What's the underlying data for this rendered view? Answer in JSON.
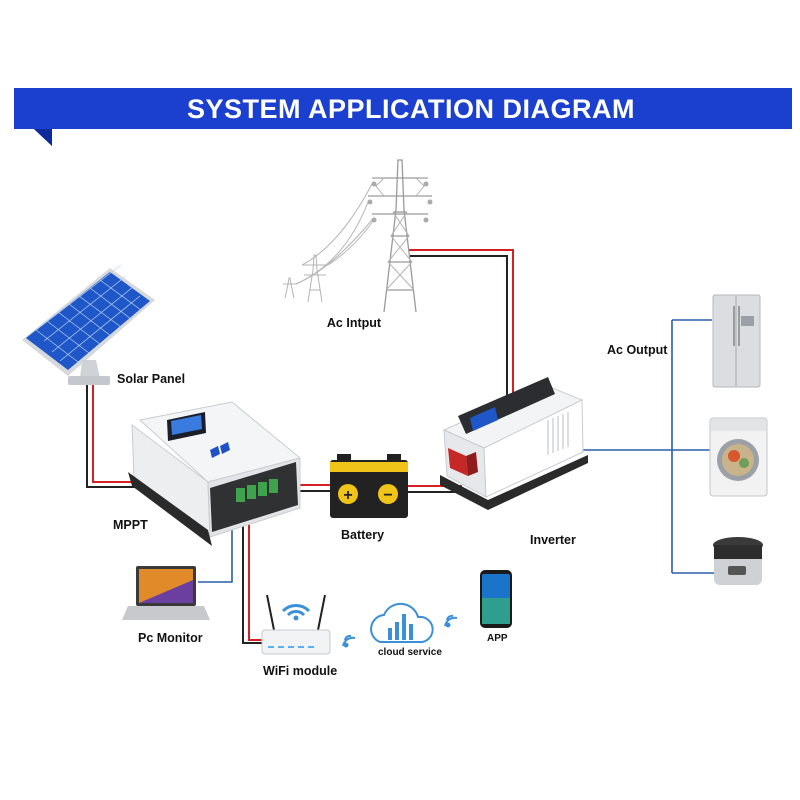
{
  "title": "SYSTEM APPLICATION DIAGRAM",
  "labels": {
    "ac_input": "Ac Intput",
    "solar_panel": "Solar Panel",
    "mppt": "MPPT",
    "battery": "Battery",
    "inverter": "Inverter",
    "ac_output": "Ac Output",
    "pc_monitor": "Pc Monitor",
    "wifi_module": "WiFi module",
    "cloud_service": "cloud service",
    "app": "APP"
  },
  "battery_terminals": {
    "positive": "+",
    "negative": "−"
  },
  "colors": {
    "banner": "#1b3fcf",
    "banner_tab": "#0f2a9a",
    "wire_positive": "#d42020",
    "wire_negative": "#222222",
    "signal": "#2a5ea8",
    "accent_blue": "#3a8fd6"
  }
}
